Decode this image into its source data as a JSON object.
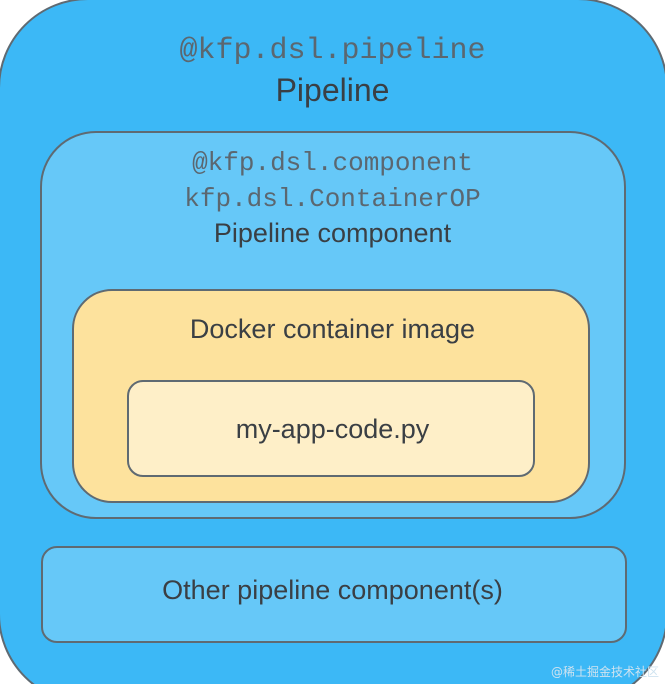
{
  "pipeline": {
    "decorator": "@kfp.dsl.pipeline",
    "label": "Pipeline"
  },
  "component": {
    "decorator": "@kfp.dsl.component",
    "class_name": "kfp.dsl.ContainerOP",
    "label": "Pipeline component"
  },
  "docker": {
    "label": "Docker container image"
  },
  "code": {
    "label": "my-app-code.py"
  },
  "other": {
    "label": "Other pipeline component(s)"
  },
  "watermark": "@稀土掘金技术社区",
  "colors": {
    "pipeline_fill": "#3cb8f6",
    "component_fill": "#66c8f8",
    "docker_fill": "#fde29d",
    "code_fill": "#feefc8",
    "border": "#5f6a72"
  }
}
